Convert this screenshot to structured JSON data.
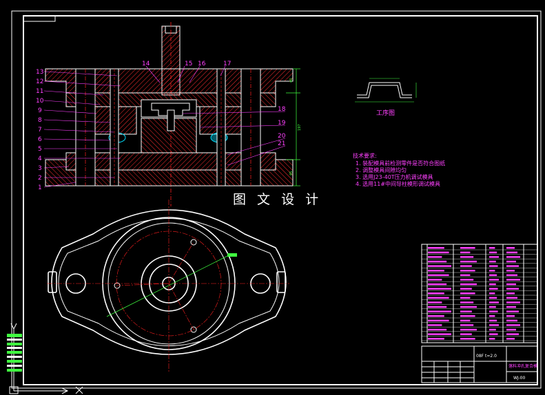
{
  "drawing": {
    "title": "图 文 设 计",
    "part_labels": [
      "13",
      "12",
      "11",
      "10",
      "9",
      "8",
      "7",
      "6",
      "5",
      "4",
      "3",
      "2",
      "1"
    ],
    "top_labels": [
      "14",
      "15",
      "16",
      "17"
    ],
    "right_labels": [
      "18",
      "19",
      "20",
      "21"
    ],
    "workpiece_label": "工序图",
    "tech_notes": {
      "heading": "技术要求:",
      "items": [
        "1. 装配模具前检测零件是否符合图纸",
        "2. 调整模具间隙均匀",
        "3. 选用J23-40T压力机调试模具",
        "4. 选用11#中间导柱模形调试模具"
      ]
    },
    "title_block": {
      "material": "08F t=2.0",
      "name": "落料冲孔复合模",
      "drawing_no": "WJ-00"
    },
    "dims": {
      "right_total": "197",
      "right_top": "40",
      "right_bottom": "45"
    }
  },
  "colors": {
    "background": "#000000",
    "outline": "#ffffff",
    "hatch": "#ff3030",
    "label": "#ff40ff",
    "center": "#ff2020",
    "dimension": "#40ff40",
    "cyan": "#00e0ff"
  }
}
